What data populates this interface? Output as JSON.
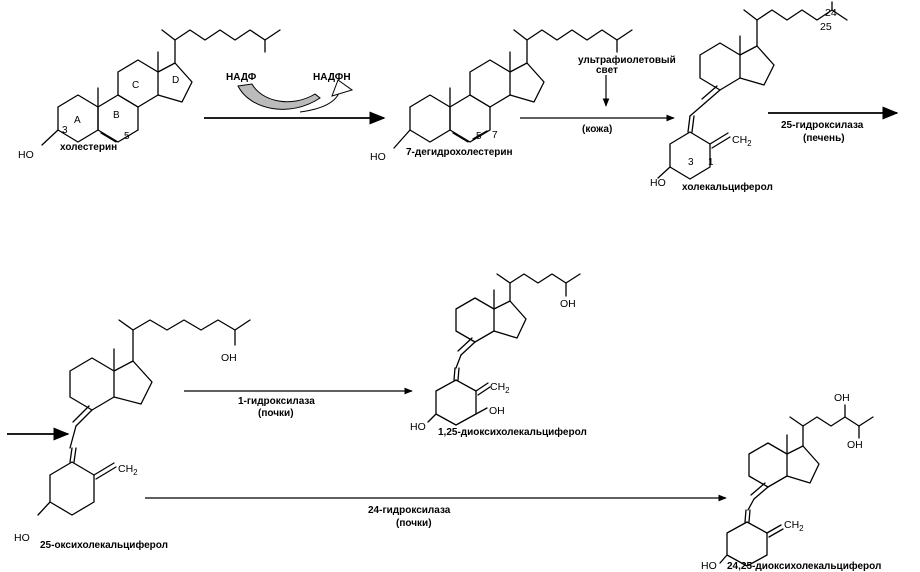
{
  "compounds": {
    "cholesterol": "холестерин",
    "dehydro": "7-дегидрохолестерин",
    "cholecalciferol": "холекальциферол",
    "oxycholecalciferol": "25-оксихолекальциферол",
    "dihydroxy_125": "1,25-диоксихолекальциферол",
    "dihydroxy_2425": "24,25-диоксихолекальциферол"
  },
  "cofactors": {
    "nadp": "НАДФ",
    "nadph": "НАДФН"
  },
  "steps": {
    "uv_line1": "ультрафиолетовый",
    "uv_line2": "свет",
    "skin": "(кожа)",
    "hydroxylase25": "25-гидроксилаза",
    "liver": "(печень)",
    "hydroxylase1": "1-гидроксилаза",
    "kidney1": "(почки)",
    "hydroxylase24": "24-гидроксилаза",
    "kidney24": "(почки)"
  },
  "ring_labels": {
    "a": "A",
    "b": "B",
    "c": "C",
    "d": "D"
  },
  "atom_labels": {
    "ho": "HO",
    "oh": "OH",
    "ch2": "CH",
    "ch2_sub": "2",
    "c3": "3",
    "c1": "1",
    "c24": "24",
    "c25": "25",
    "c5": "5",
    "c7": "7"
  }
}
